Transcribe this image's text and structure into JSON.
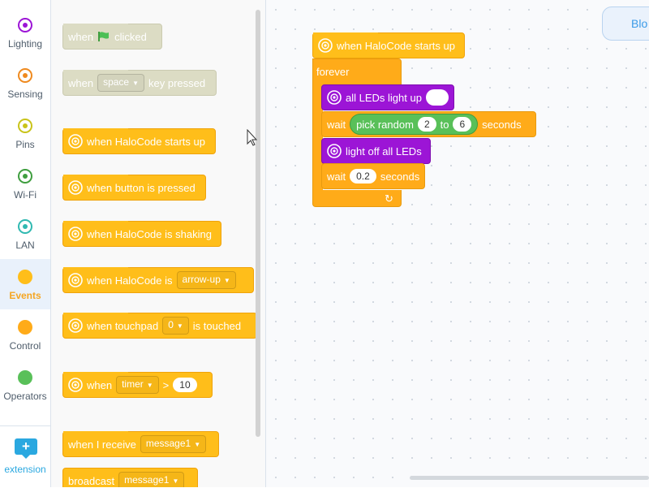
{
  "categories": [
    {
      "label": "Lighting",
      "color": "#9c15d6",
      "icon": "halocode-icon"
    },
    {
      "label": "Sensing",
      "color": "#ef8a1f",
      "icon": "halocode-icon"
    },
    {
      "label": "Pins",
      "color": "#c9c41a",
      "icon": "halocode-icon"
    },
    {
      "label": "Wi-Fi",
      "color": "#3f9e3f",
      "icon": "halocode-icon"
    },
    {
      "label": "LAN",
      "color": "#30b9b1",
      "icon": "halocode-icon"
    },
    {
      "label": "Events",
      "color": "#ffbe1a",
      "icon": "circle"
    },
    {
      "label": "Control",
      "color": "#ffab19",
      "icon": "circle"
    },
    {
      "label": "Operators",
      "color": "#59c059",
      "icon": "circle"
    }
  ],
  "active_category": "Events",
  "extension_label": "extension",
  "workspace_tab": "Blo",
  "palette": {
    "when_flag": {
      "pre": "when",
      "post": "clicked"
    },
    "when_key": {
      "pre": "when",
      "key": "space",
      "post": "key pressed"
    },
    "starts_up": "when HaloCode starts up",
    "button_pressed": "when button is pressed",
    "shaking": "when HaloCode is shaking",
    "halocode_is": {
      "pre": "when HaloCode is",
      "option": "arrow-up"
    },
    "touchpad": {
      "pre": "when touchpad",
      "option": "0",
      "post": "is touched"
    },
    "timer": {
      "pre": "when",
      "option": "timer",
      "op": ">",
      "value": "10"
    },
    "receive": {
      "pre": "when I receive",
      "option": "message1"
    },
    "broadcast": {
      "pre": "broadcast",
      "option": "message1"
    }
  },
  "script": {
    "hat": "when HaloCode starts up",
    "forever": "forever",
    "led_all": "all LEDs light up",
    "wait1": {
      "pre": "wait",
      "op": "pick random",
      "a": "2",
      "to": "to",
      "b": "6",
      "post": "seconds"
    },
    "led_off": "light off all LEDs",
    "wait2": {
      "pre": "wait",
      "value": "0.2",
      "post": "seconds"
    }
  }
}
